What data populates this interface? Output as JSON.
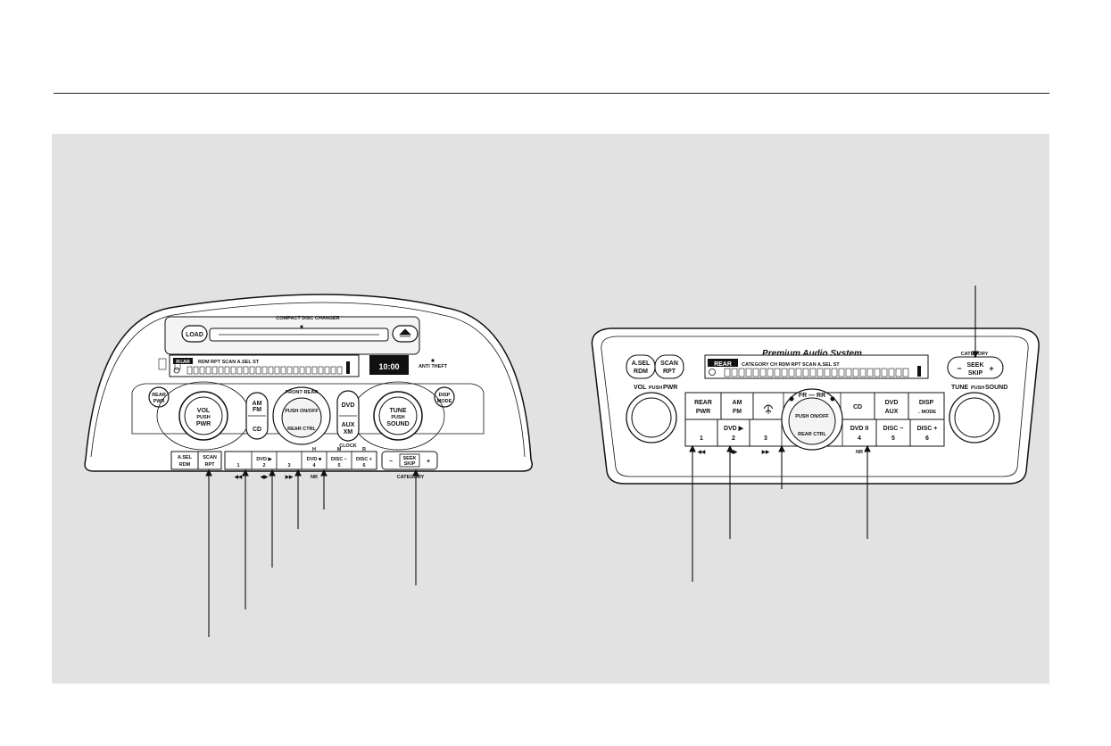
{
  "left_unit": {
    "changer_label": "COMPACT DISC CHANGER",
    "load": "LOAD",
    "display_text": "REAR",
    "display_indicators": "RDM RPT SCAN A.SEL ST",
    "clock": "10:00",
    "anti_theft": "ANTI THEFT",
    "rear_pwr": [
      "REAR",
      "PWR"
    ],
    "disp_mode": [
      "DISP",
      "MODE"
    ],
    "vol": [
      "VOL",
      "PUSH",
      "PWR"
    ],
    "am": "AM",
    "fm": "FM",
    "cd": "CD",
    "front_rear": "FRONT·REAR",
    "push_on_off": "PUSH ON/OFF",
    "rear_ctrl": "REAR CTRL",
    "dvd": "DVD",
    "aux": "AUX",
    "xm": "XM",
    "clock_label": "CLOCK",
    "tune": [
      "TUNE",
      "PUSH",
      "SOUND"
    ],
    "asel_rdm": [
      "A.SEL",
      "RDM"
    ],
    "scan_rpt": [
      "SCAN",
      "RPT"
    ],
    "presets": [
      {
        "top": "",
        "num": "1"
      },
      {
        "top": "DVD ▶",
        "num": "2"
      },
      {
        "top": "",
        "num": "3"
      },
      {
        "top": "DVD ■",
        "num": "4"
      },
      {
        "top": "DISC −",
        "num": "5"
      },
      {
        "top": "DISC +",
        "num": "6"
      }
    ],
    "preset_marks": [
      "H",
      "M",
      "R"
    ],
    "seek_skip": [
      "SEEK",
      "SKIP"
    ],
    "minus": "−",
    "plus": "+",
    "under_labels": [
      "◀◀",
      "◀▶",
      "▶▶",
      "NR"
    ],
    "category": "CATEGORY"
  },
  "right_unit": {
    "title": "Premium Audio System",
    "asel_rdm": [
      "A.SEL",
      "RDM"
    ],
    "scan_rpt": [
      "SCAN",
      "RPT"
    ],
    "display_text": "REAR",
    "display_indicators": "CATEGORY CH RDM RPT SCAN A.SEL ST",
    "category": "CATEGORY",
    "seek_skip": [
      "SEEK",
      "SKIP"
    ],
    "minus": "−",
    "plus": "+",
    "vol_label": "VOL",
    "push": "PUSH",
    "pwr": "PWR",
    "tune_label": "TUNE",
    "sound": "SOUND",
    "top_row": [
      [
        "REAR",
        "PWR"
      ],
      [
        "AM",
        "FM"
      ],
      [
        "",
        ""
      ],
      [
        "CD",
        ""
      ],
      [
        "DVD",
        "AUX"
      ],
      [
        "DISP",
        "→MODE"
      ]
    ],
    "fr_rr": "FR — RR",
    "push_on_off": "PUSH ON/OFF",
    "rear_ctrl": "REAR CTRL",
    "presets": [
      {
        "top": "",
        "num": "1"
      },
      {
        "top": "DVD ▶",
        "num": "2"
      },
      {
        "top": "",
        "num": "3"
      },
      {
        "top": "DVD II",
        "num": "4"
      },
      {
        "top": "DISC −",
        "num": "5"
      },
      {
        "top": "DISC +",
        "num": "6"
      }
    ],
    "under_labels": [
      "◀◀",
      "◀▶",
      "▶▶",
      "NR"
    ]
  }
}
